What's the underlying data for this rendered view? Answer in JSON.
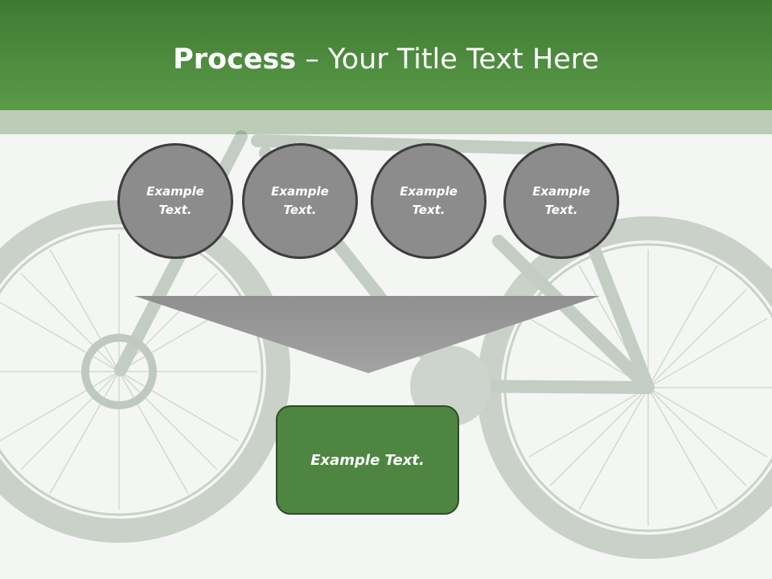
{
  "slide": {
    "title_bold": "Process",
    "title_rest": " – Your Title Text Here",
    "steps": [
      {
        "label": "Example\nText."
      },
      {
        "label": "Example\nText."
      },
      {
        "label": "Example\nText."
      },
      {
        "label": "Example\nText."
      }
    ],
    "result_label": "Example Text."
  },
  "colors": {
    "header_top": "#3f7a33",
    "header_bottom": "#5a9a48",
    "circle_fill": "#8c8c8c",
    "circle_border": "#3d3d3d",
    "arrow_fill": "#999999",
    "result_fill": "#4e8540"
  }
}
